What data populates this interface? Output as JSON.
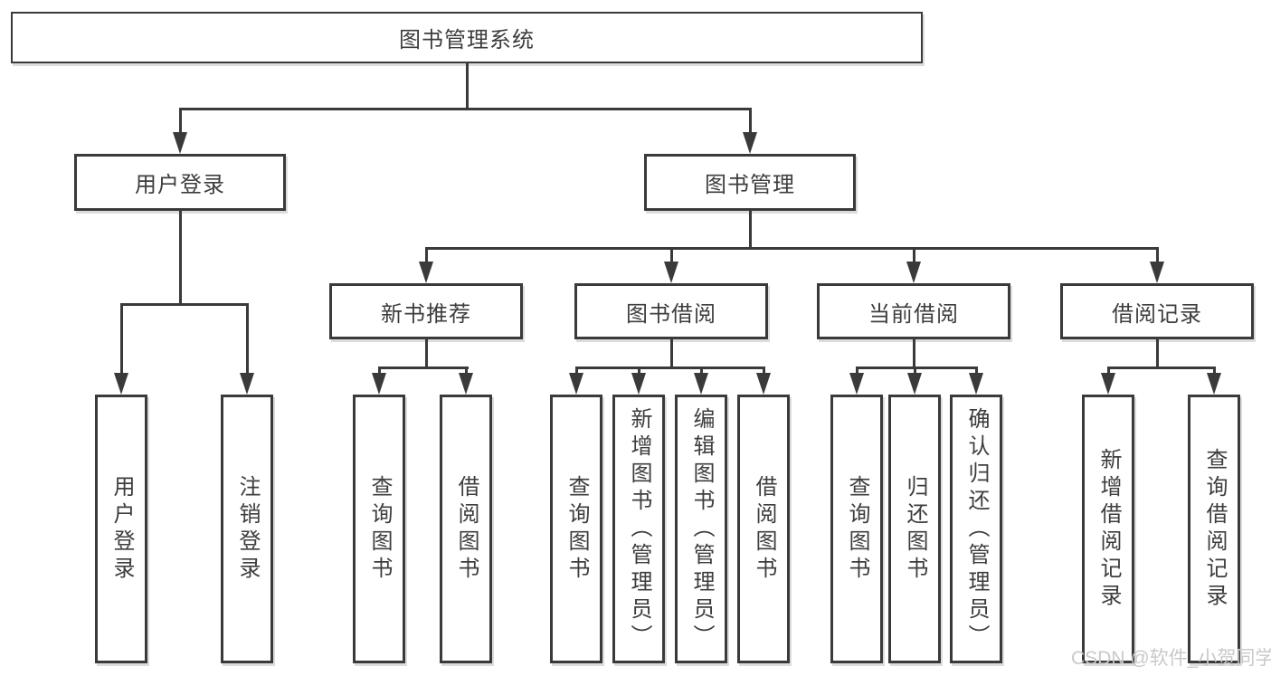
{
  "diagram": {
    "root": {
      "label": "图书管理系统"
    },
    "level2": [
      {
        "label": "用户登录"
      },
      {
        "label": "图书管理"
      }
    ],
    "level3": [
      {
        "label": "新书推荐"
      },
      {
        "label": "图书借阅"
      },
      {
        "label": "当前借阅"
      },
      {
        "label": "借阅记录"
      }
    ],
    "leaves": {
      "user_login": [
        {
          "label": "用户登录"
        },
        {
          "label": "注销登录"
        }
      ],
      "new_book": [
        {
          "label": "查询图书"
        },
        {
          "label": "借阅图书"
        }
      ],
      "book_borrow": [
        {
          "label": "查询图书"
        },
        {
          "label": "新增图书（管理员）"
        },
        {
          "label": "编辑图书（管理员）"
        },
        {
          "label": "借阅图书"
        }
      ],
      "current_borrow": [
        {
          "label": "查询图书"
        },
        {
          "label": "归还图书"
        },
        {
          "label": "确认归还（管理员）"
        }
      ],
      "borrow_record": [
        {
          "label": "新增借阅记录"
        },
        {
          "label": "查询借阅记录"
        }
      ]
    }
  },
  "watermark": {
    "text": "CSDN @软件_小贺同学"
  },
  "colors": {
    "line": "#3a3a3a",
    "text": "#3d3d3d",
    "watermark": "#c9c9c9",
    "background": "#ffffff"
  }
}
